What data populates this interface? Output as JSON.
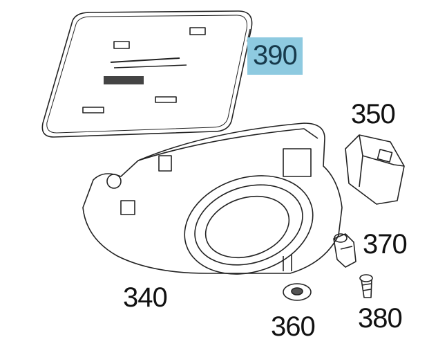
{
  "diagram": {
    "highlight_color": "#8ecae0",
    "parts": [
      {
        "id": "glass",
        "label": "390",
        "highlighted": true
      },
      {
        "id": "motor",
        "label": "350",
        "highlighted": false
      },
      {
        "id": "housing",
        "label": "340",
        "highlighted": false
      },
      {
        "id": "connector",
        "label": "370",
        "highlighted": false
      },
      {
        "id": "washer",
        "label": "360",
        "highlighted": false
      },
      {
        "id": "screw",
        "label": "380",
        "highlighted": false
      }
    ]
  }
}
